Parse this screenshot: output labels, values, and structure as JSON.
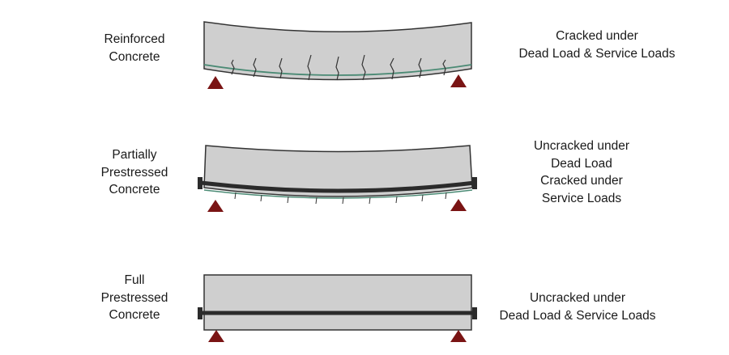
{
  "rows": [
    {
      "left_label": [
        "Reinforced",
        "Concrete"
      ],
      "right_label": [
        "Cracked under",
        "Dead Load & Service Loads"
      ]
    },
    {
      "left_label": [
        "Partially",
        "Prestressed",
        "Concrete"
      ],
      "right_label": [
        "Uncracked under",
        "Dead Load",
        "Cracked under",
        "Service Loads"
      ]
    },
    {
      "left_label": [
        "Full",
        "Prestressed",
        "Concrete"
      ],
      "right_label": [
        "Uncracked under",
        "Dead Load & Service Loads"
      ]
    }
  ],
  "colors": {
    "concrete": "#cfcfcf",
    "outline": "#333333",
    "rebar": "#4a8a74",
    "tendon": "#2b2b2b",
    "support": "#7a1414"
  }
}
